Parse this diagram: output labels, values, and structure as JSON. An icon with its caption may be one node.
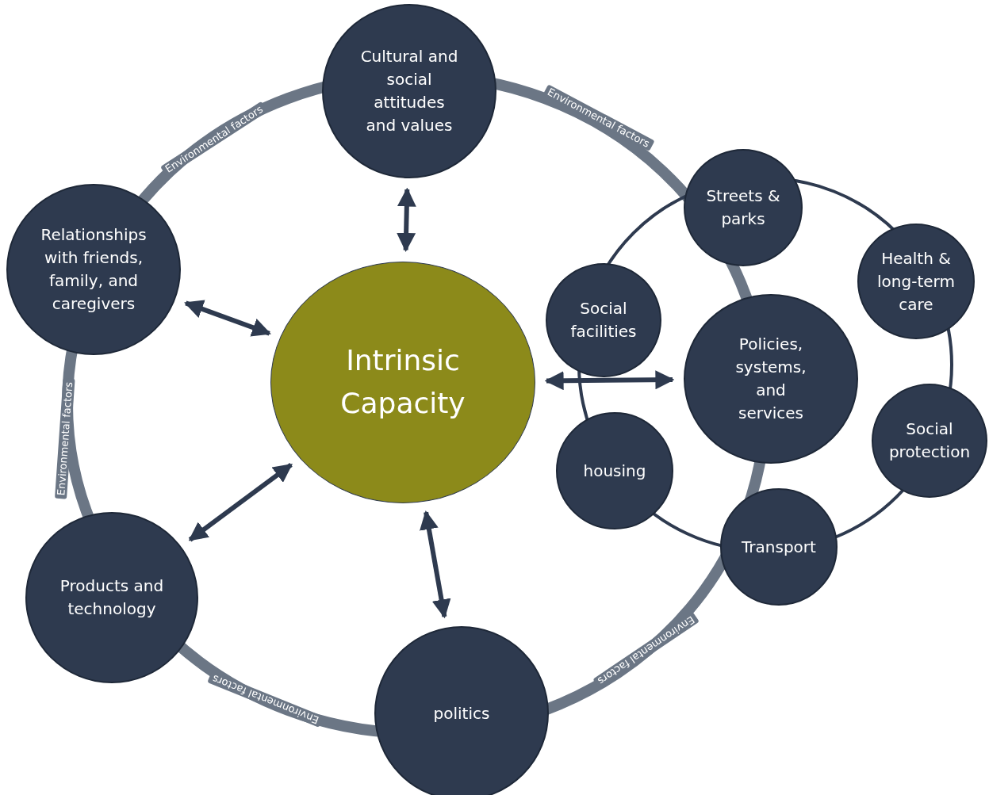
{
  "diagram": {
    "nodes": [
      {
        "text": [
          "Intrinsic Capacity"
        ]
      },
      {
        "text": [
          "Cultural and social attitudes and values"
        ]
      },
      {
        "text": [
          "Relationships with friends, family, and caregivers"
        ]
      },
      {
        "text": [
          "Products and technology"
        ]
      },
      {
        "text": [
          "politics"
        ]
      },
      {
        "text": [
          "Policies, systems, and services"
        ]
      },
      {
        "text": [
          "Streets & parks"
        ]
      },
      {
        "text": [
          "Health & long-term care"
        ]
      },
      {
        "text": [
          "Social facilities"
        ]
      },
      {
        "text": [
          "housing"
        ]
      },
      {
        "text": [
          "Social protection"
        ]
      },
      {
        "text": [
          "Transport"
        ]
      }
    ],
    "edges": [
      {
        "from": 0,
        "to": 1,
        "arrow": "both"
      },
      {
        "from": 0,
        "to": 2,
        "arrow": "both"
      },
      {
        "from": 0,
        "to": 3,
        "arrow": "both"
      },
      {
        "from": 0,
        "to": 4,
        "arrow": "both"
      },
      {
        "from": 0,
        "to": 5,
        "arrow": "both"
      }
    ],
    "labels": [
      "Environmental factors",
      "Environmental factors",
      "Environmental factors",
      "Environmental factors",
      "Environmental factors"
    ]
  }
}
